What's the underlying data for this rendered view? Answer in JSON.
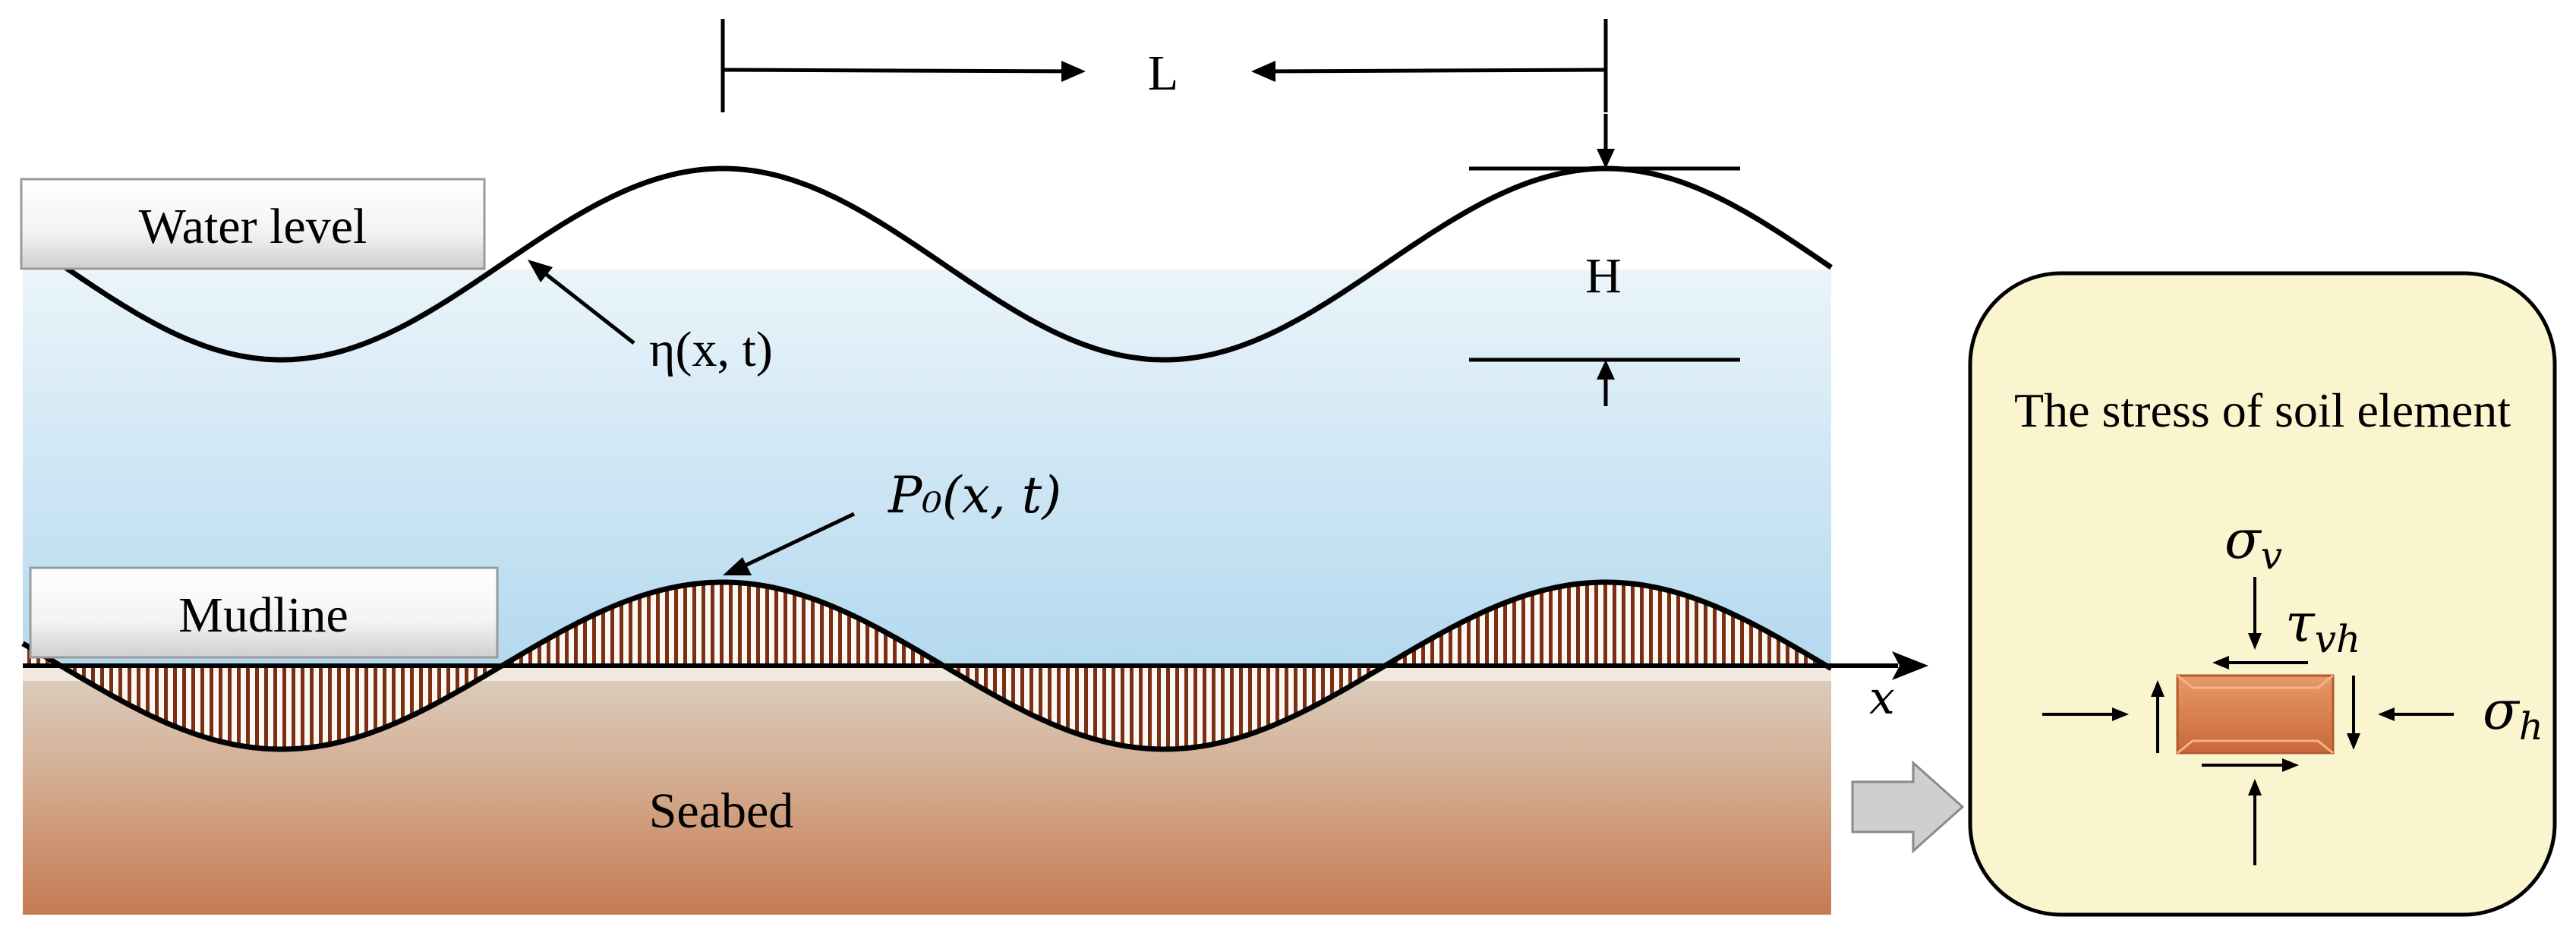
{
  "labels": {
    "water_level": "Water level",
    "mudline": "Mudline",
    "seabed": "Seabed",
    "wavelength": "L",
    "wave_height": "H",
    "surface_elevation": "η(x, t)",
    "bottom_pressure": "P₀(x, t)",
    "x_axis": "x"
  },
  "stress_panel": {
    "title": "The stress of soil element",
    "sigma_v": "σ",
    "sigma_v_sub": "v",
    "tau_vh": "τ",
    "tau_vh_sub": "vh",
    "sigma_h": "σ",
    "sigma_h_sub": "h"
  },
  "colors": {
    "water_top": "#eaf4fa",
    "water_bottom": "#b4d9ef",
    "seabed_top": "#d9c8b6",
    "seabed_bottom": "#c9805a",
    "hatch": "#7a2e12",
    "panel_fill": "#fbf5cf",
    "element_fill": "#d9804a",
    "arrow_gray": "#c8c8c8"
  }
}
